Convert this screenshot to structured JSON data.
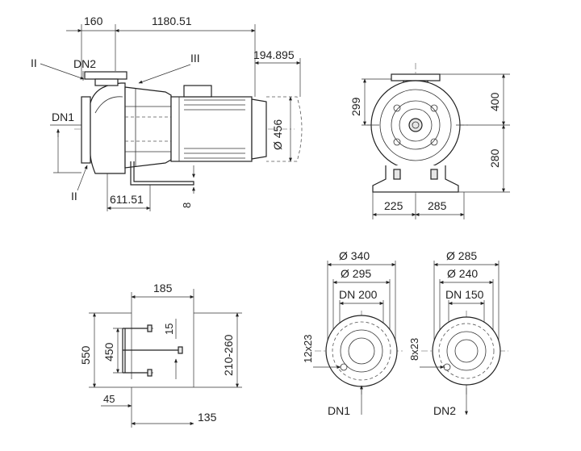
{
  "side_view": {
    "dim_flange_width": "160",
    "dim_overall_length": "1180.51",
    "dim_motor_overhang": "194.895",
    "dim_motor_diameter": "Ø 456",
    "dim_foot_offset": "611.51",
    "dim_foot_thickness": "8",
    "label_dn1": "DN1",
    "label_dn2": "DN2",
    "label_detail_2_top": "II",
    "label_detail_2_bottom": "II",
    "label_detail_3": "III"
  },
  "front_view": {
    "dim_upper_height": "299",
    "dim_total_upper": "400",
    "dim_shaft_height": "280",
    "dim_left_width": "225",
    "dim_right_width": "285"
  },
  "foot_view": {
    "dim_top_width": "185",
    "dim_bolt_spacing": "15",
    "dim_overall_height": "550",
    "dim_bolt_height": "450",
    "dim_range_height": "210-260",
    "dim_edge_offset": "45",
    "dim_bottom_width": "135"
  },
  "flange_dn1": {
    "outer_diameter": "Ø 340",
    "bolt_circle": "Ø 295",
    "nominal_size": "DN 200",
    "holes": "12x23",
    "label": "DN1"
  },
  "flange_dn2": {
    "outer_diameter": "Ø 285",
    "bolt_circle": "Ø 240",
    "nominal_size": "DN 150",
    "holes": "8x23",
    "label": "DN2"
  }
}
